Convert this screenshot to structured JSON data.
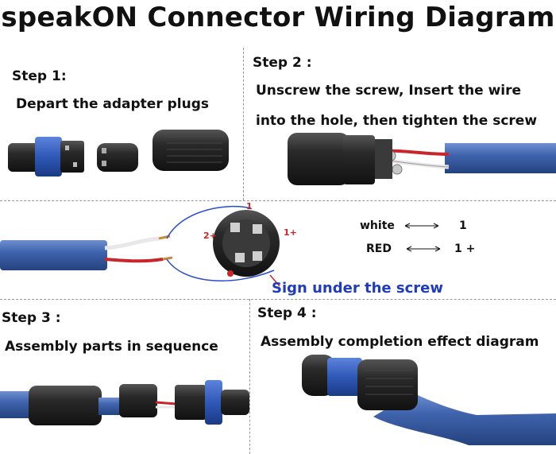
{
  "title": "speakON Connector Wiring Diagram",
  "step1": {
    "heading": "Step 1:",
    "text": "Depart the  adapter plugs"
  },
  "step2": {
    "heading": "Step 2 :",
    "line1": "Unscrew the screw, Insert the wire",
    "line2": "into the hole,   then  tighten the screw"
  },
  "middle": {
    "pin1": "1",
    "pin2plus": "2+",
    "pin1plus": "1+",
    "sign_note": "Sign under the screw",
    "legend": [
      {
        "wire": "white",
        "arrow": "←—→",
        "pin": "1"
      },
      {
        "wire": "RED",
        "arrow": "←—→",
        "pin": "1 +"
      }
    ]
  },
  "step3": {
    "heading": "Step 3 :",
    "text": "Assembly parts in sequence"
  },
  "step4": {
    "heading": "Step 4 :",
    "text": "Assembly completion effect diagram"
  },
  "colors": {
    "cable_blue": "#3f63ad",
    "connector_black": "#2a2a2a",
    "collar_blue": "#2f58b8",
    "wire_red": "#c8262b",
    "sign_blue": "#1f3bbf"
  }
}
